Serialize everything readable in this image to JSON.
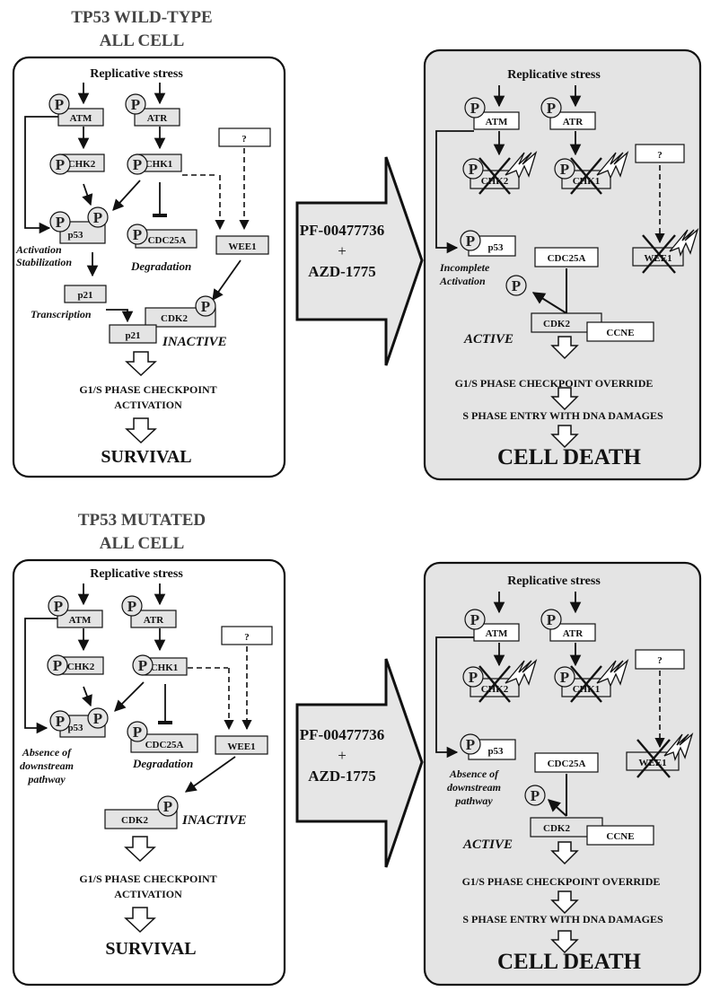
{
  "titles": {
    "top_line1": "TP53 WILD-TYPE",
    "top_line2": "ALL CELL",
    "bottom_line1": "TP53 MUTATED",
    "bottom_line2": "ALL CELL"
  },
  "common": {
    "replicative_stress": "Replicative stress",
    "phospho": "P",
    "atm": "ATM",
    "atr": "ATR",
    "chk2": "CHK2",
    "chk1": "CHK1",
    "chk2_crossed": "CHK2",
    "chk1_crossed": "CHK1",
    "p53": "p53",
    "cdc25a": "CDC25A",
    "wee1": "WEE1",
    "unknown": "?",
    "cdk2": "CDK2",
    "ccne": "CCNE",
    "p21": "p21",
    "degradation": "Degradation",
    "inactive": "INACTIVE",
    "active": "ACTIVE",
    "transcription": "Transcription",
    "checkpoint_line1": "G1/S PHASE CHECKPOINT",
    "checkpoint_line2": "ACTIVATION",
    "survival": "SURVIVAL",
    "override": "G1/S PHASE CHECKPOINT OVERRIDE",
    "s_phase": "S PHASE ENTRY WITH DNA DAMAGES",
    "cell_death": "CELL DEATH"
  },
  "wildtype": {
    "activation": "Activation",
    "stabilization": "Stabilization",
    "incomplete": "Incomplete",
    "activation2": "Activation"
  },
  "mutated": {
    "absence_line1": "Absence of",
    "absence_line2": "downstream",
    "absence_line3": "pathway"
  },
  "drugs": {
    "drug1": "PF-00477736",
    "plus": "+",
    "drug2": "AZD-1775"
  },
  "colors": {
    "box_fill": "#e4e4e4",
    "panel_fill": "#e4e4e4",
    "arrow_fill": "#e6e6e6",
    "stroke": "#111111"
  }
}
